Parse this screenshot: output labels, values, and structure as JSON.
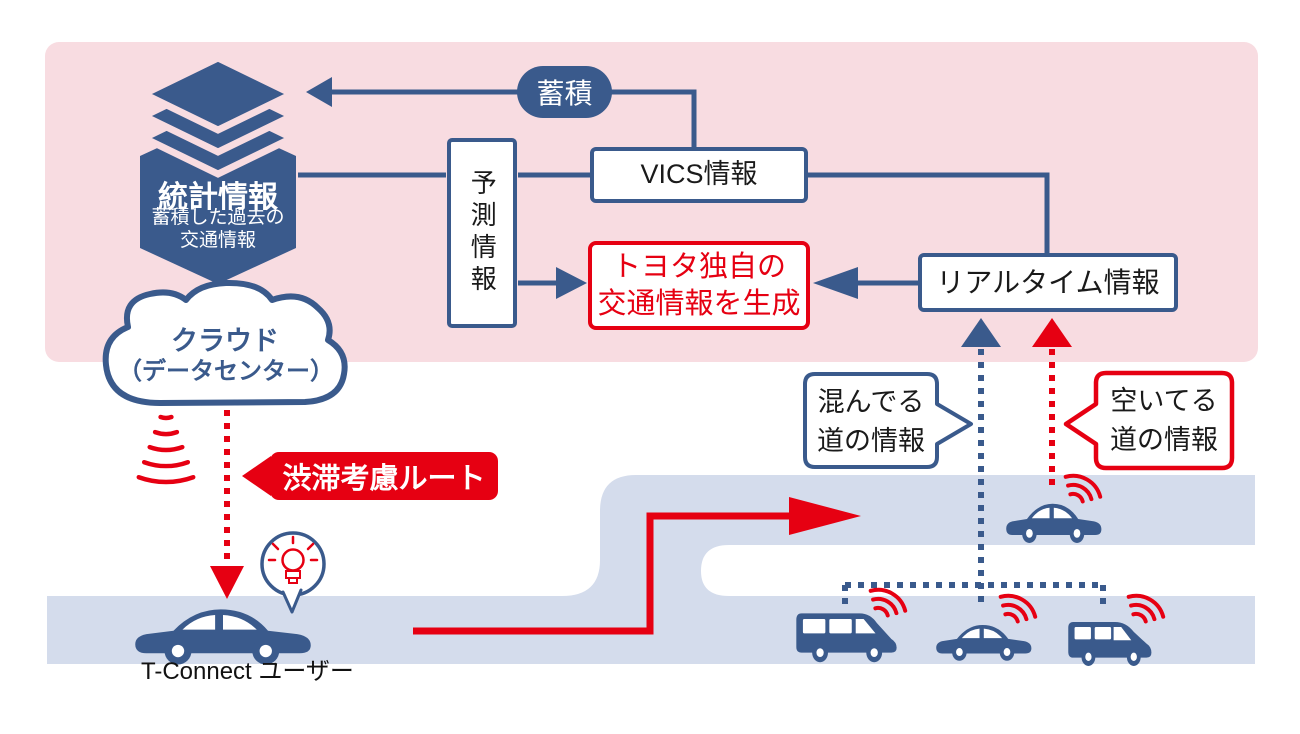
{
  "palette": {
    "brand_blue": "#3a5a8c",
    "brand_red": "#e60012",
    "panel_pink": "#f8dce1",
    "road_gray_blue": "#d4dcec",
    "text_black": "#1a1a1a",
    "box_white": "#ffffff"
  },
  "cloud_panel": {
    "statistics": {
      "title": "統計情報",
      "subtitle_line1": "蓄積した過去の",
      "subtitle_line2": "交通情報"
    },
    "accumulate_badge": "蓄積",
    "forecast_box": "予測情報",
    "vics_box": "VICS情報",
    "generate_box": {
      "line1": "トヨタ独自の",
      "line2": "交通情報を生成"
    },
    "realtime_box": "リアルタイム情報",
    "cloud": {
      "line1": "クラウド",
      "line2": "（データセンター）"
    }
  },
  "road_scene": {
    "route_banner": "渋滞考慮ルート",
    "busy_bubble": {
      "line1": "混んでる",
      "line2": "道の情報"
    },
    "free_bubble": {
      "line1": "空いてる",
      "line2": "道の情報"
    },
    "tconnect_label": "T-Connect ユーザー"
  },
  "icons": {
    "stack": "database-stack-icon",
    "cloud": "cloud-icon",
    "signal_waves": "signal-waves-icon",
    "bulb": "lightbulb-icon",
    "sedan": "sedan-car-icon",
    "van": "van-icon",
    "minivan": "minivan-icon",
    "arrows": "flow-arrows"
  }
}
